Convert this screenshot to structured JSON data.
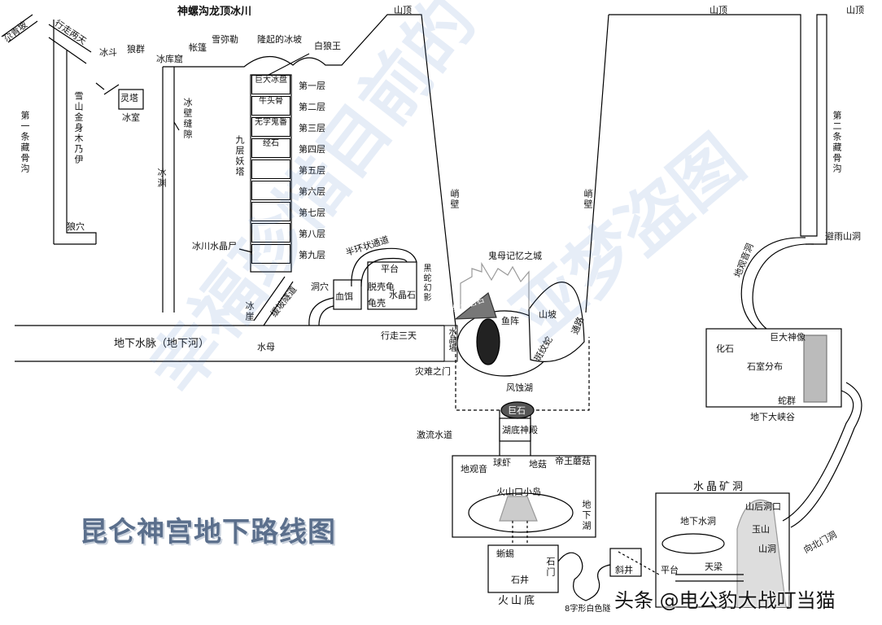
{
  "title": "昆仑神宫地下路线图",
  "top_label": "神螺沟龙顶冰川",
  "credit": "头条 @电公豹大战叮当猫",
  "watermark_lines": [
    "幸福珍惜目前的",
    "亚梦盗图"
  ],
  "peaks": [
    "山顶",
    "山顶",
    "山顶"
  ],
  "left_area": {
    "zabei": "尕青坡",
    "xingzou": "行走两天",
    "bingdou": "冰斗",
    "langqun": "狼群",
    "bingku": "冰库窟",
    "lingta": "灵塔",
    "bingshi": "冰室",
    "mummy": "雪山金身木乃伊",
    "first_ditch": "第一条藏骨沟",
    "wolf_den": "狼穴",
    "ice_wall_gap": "冰壁缝隙",
    "ice_abyss": "冰渊",
    "tent": "帐篷",
    "yeti": "雪弥勒",
    "raised_slope": "隆起的冰坡",
    "white_wolf": "白狼王",
    "pagoda_name": "九层妖塔",
    "ice_corpse": "冰川水晶尸",
    "spiral_tunnel": "缓坡隧道",
    "half_ring": "半环状通道",
    "cave": "洞穴",
    "blood_bait": "血饵",
    "platform": "平台",
    "shell": "脱壳龟",
    "turtle_shell": "龟壳",
    "crystal_stone": "水晶石",
    "black_snake": "黑蛇幻影",
    "ice_cliff": "冰崖",
    "river": "地下水脉（地下河）",
    "water_mother": "水母",
    "walk3": "行走三天",
    "crystal_wall": "水晶墙",
    "disaster_gate": "灾难之门"
  },
  "tiers": [
    {
      "box": "巨大冰盘",
      "label": "第一层"
    },
    {
      "box": "牛头骨",
      "label": "第二层"
    },
    {
      "box": "无字鬼番",
      "label": "第三层"
    },
    {
      "box": "经石",
      "label": "第四层"
    },
    {
      "box": "",
      "label": "第五层"
    },
    {
      "box": "",
      "label": "第六层"
    },
    {
      "box": "",
      "label": "第七层"
    },
    {
      "box": "",
      "label": "第八层"
    },
    {
      "box": "",
      "label": "第九层"
    }
  ],
  "center": {
    "cliff_left": "峭壁",
    "cliff_right": "峭壁",
    "city": "鬼母记忆之城",
    "green_rock": "绿色岩石",
    "fish_array": "鱼阵",
    "slope": "山坡",
    "spot_snake": "斑纹蛇",
    "passage": "通路",
    "erosion_lake": "风蚀湖",
    "giant_stone": "巨石",
    "lake_palace": "湖底神殿",
    "rapids": "激流水道"
  },
  "island": {
    "observe": "地观音",
    "ball_shrimp": "球虾",
    "mushroom": "地菇",
    "king_mushroom": "帝王蘑菇",
    "volcano_island": "火山口小岛",
    "underground_lake": "地下湖"
  },
  "volcano_bottom": {
    "name": "火山底",
    "salamander": "蜥蜴",
    "stone_well": "石井",
    "stone_gate": "石门",
    "tunnel": "8字形白色隧",
    "slant_well": "斜井"
  },
  "crystal_mine": {
    "name": "水晶矿洞",
    "underground_pool": "地下水洞",
    "back_entrance": "山后洞口",
    "jade_mountain": "玉山",
    "mountain_cave": "山洞",
    "sky_beam": "天梁",
    "platform": "平台",
    "north_cave": "向北门洞"
  },
  "right_area": {
    "second_ditch": "第二条藏骨沟",
    "rain_cave": "避雨山洞",
    "glacier_cave": "地观音洞",
    "fossil": "化石",
    "giant_statue": "巨大神像",
    "stone_rooms": "石室分布",
    "snakes": "蛇群",
    "canyon": "地下大峡谷"
  }
}
